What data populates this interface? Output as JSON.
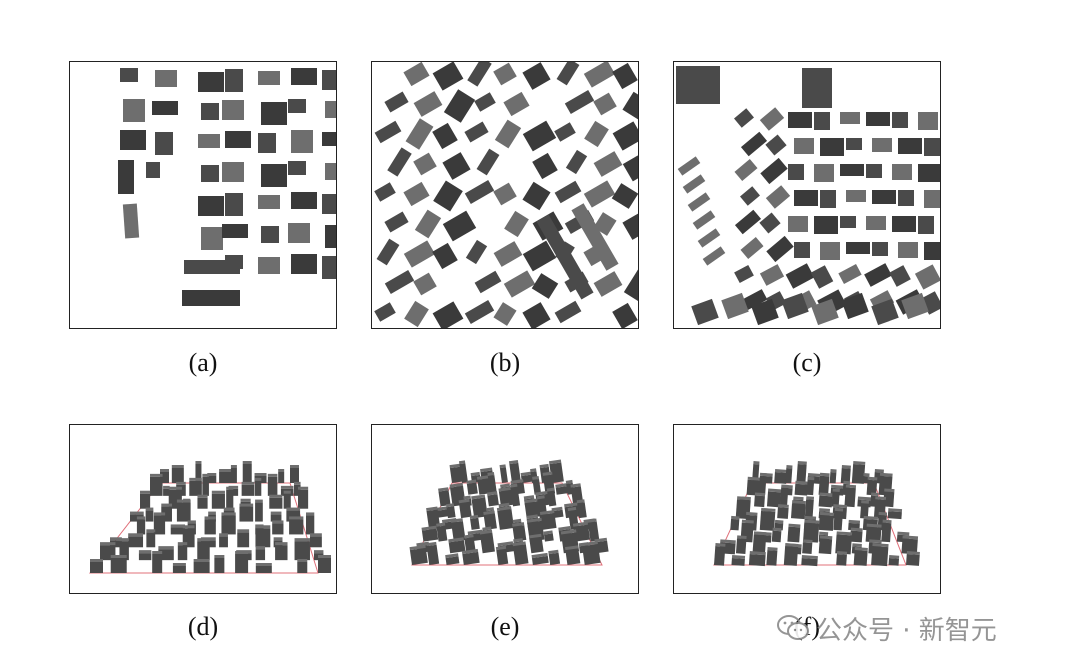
{
  "figure": {
    "panels": [
      {
        "id": "a",
        "caption": "(a)",
        "view": "top-down building footprint map"
      },
      {
        "id": "b",
        "caption": "(b)",
        "view": "top-down building footprint map"
      },
      {
        "id": "c",
        "caption": "(c)",
        "view": "top-down building footprint map"
      },
      {
        "id": "d",
        "caption": "(d)",
        "view": "3D perspective building model"
      },
      {
        "id": "e",
        "caption": "(e)",
        "view": "3D perspective building model"
      },
      {
        "id": "f",
        "caption": "(f)",
        "view": "3D perspective building model"
      }
    ]
  },
  "watermark": {
    "text": "公众号 · 新智元",
    "icon": "wechat-icon"
  },
  "colors": {
    "building_fill": "#4a4a4a",
    "building_light": "#6e6e6e",
    "building_dark": "#3a3a3a",
    "ground_outline": "#e0707a",
    "frame": "#222222"
  }
}
